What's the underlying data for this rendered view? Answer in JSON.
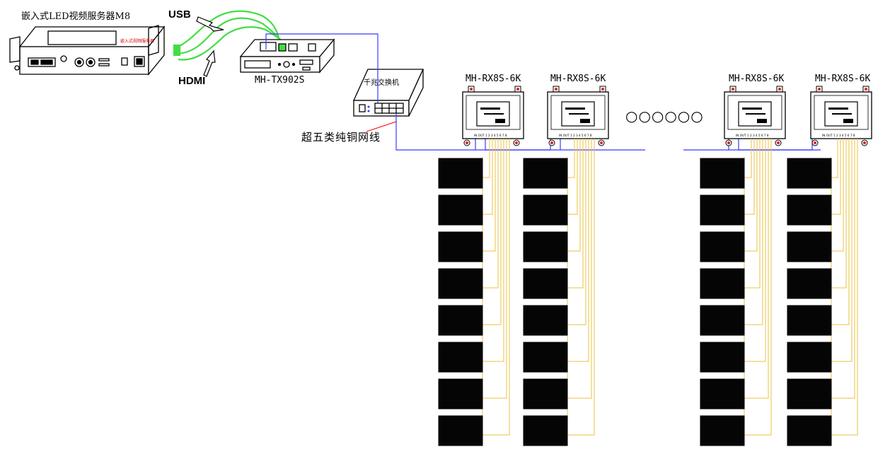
{
  "server": {
    "label": "嵌入式LED视频服务器M8",
    "panel_text": "嵌入式视频服务器"
  },
  "cables": {
    "usb_label": "USB",
    "hdmi_label": "HDMI",
    "ethernet_label": "超五类纯铜网线"
  },
  "sender": {
    "label": "MH-TX902S"
  },
  "switch": {
    "label": "千兆交换机"
  },
  "receivers": [
    {
      "label": "MH-RX8S-6K",
      "ports_text": "IN  OUT  1 2 3 4 5 6 7 8"
    },
    {
      "label": "MH-RX8S-6K",
      "ports_text": "IN  OUT  1 2 3 4 5 6 7 8"
    },
    {
      "label": "MH-RX8S-6K",
      "ports_text": "IN  OUT  1 2 3 4 5 6 7 8"
    },
    {
      "label": "MH-RX8S-6K",
      "ports_text": "IN  OUT  1 2 3 4 5 6 7 8"
    }
  ],
  "ellipsis": "○○○○○○",
  "panels_per_receiver": 8,
  "colors": {
    "network_line": "#3a3aff",
    "output_line": "#e8c040",
    "usb_hdmi_cable": "#44dd44",
    "annotation_line": "#ff0000",
    "panel_fill": "#050505",
    "mount_hole": "#dd2222"
  }
}
